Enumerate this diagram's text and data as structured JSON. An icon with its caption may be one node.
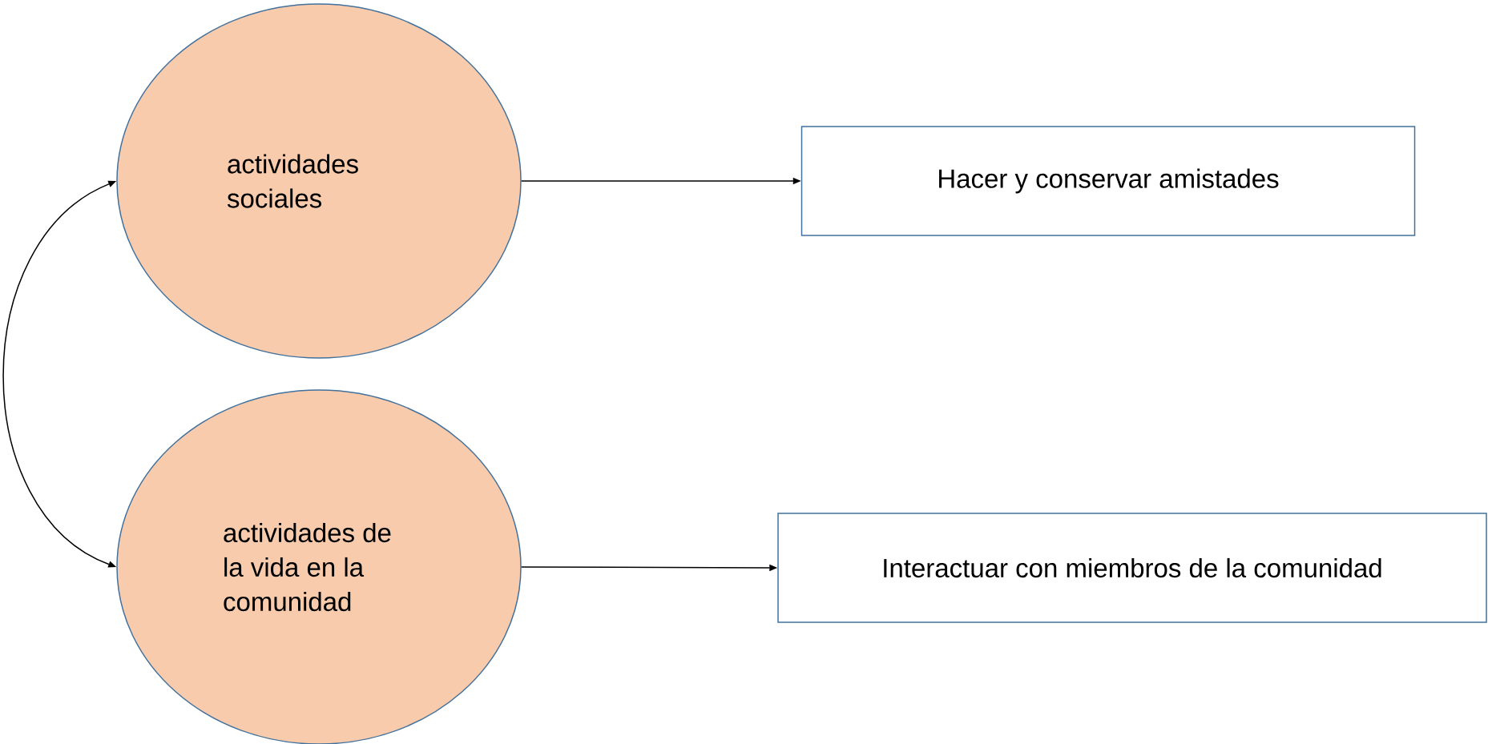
{
  "diagram": {
    "nodes": [
      {
        "text": [
          "actividades sociales"
        ]
      },
      {
        "text": [
          "Hacer y conservar amistades"
        ]
      },
      {
        "text": [
          "actividades de la vida en la comunidad"
        ]
      },
      {
        "text": [
          "Interactuar con miembros de la comunidad"
        ]
      }
    ],
    "edges": [
      {
        "from": 0,
        "to": 1,
        "arrow": "to"
      },
      {
        "from": 2,
        "to": 3,
        "arrow": "to"
      },
      {
        "from": 0,
        "to": 2,
        "arrow": "both"
      }
    ]
  }
}
